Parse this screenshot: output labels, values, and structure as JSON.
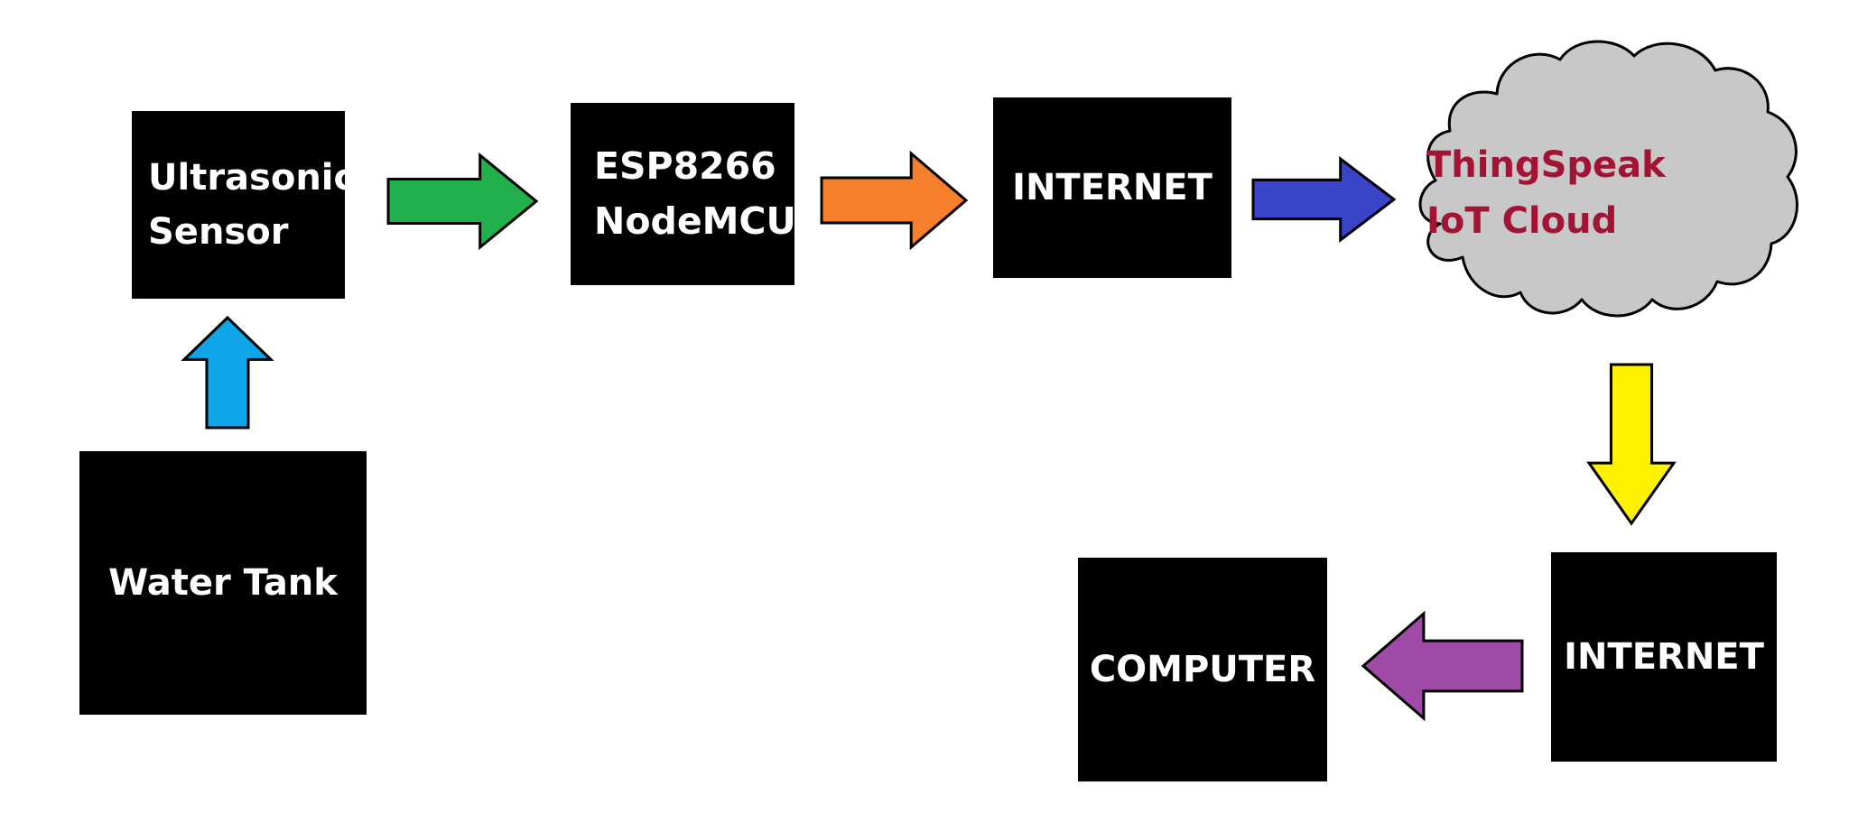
{
  "blocks": {
    "ultrasonic_sensor": {
      "lines": [
        "Ultrasonic",
        "Sensor"
      ]
    },
    "esp8266": {
      "lines": [
        "ESP8266",
        "NodeMCU"
      ]
    },
    "internet_top": {
      "lines": [
        "INTERNET"
      ]
    },
    "cloud": {
      "lines": [
        "ThingSpeak",
        "IoT Cloud"
      ]
    },
    "water_tank": {
      "lines": [
        "Water Tank"
      ]
    },
    "internet_bottom": {
      "lines": [
        "INTERNET"
      ]
    },
    "computer": {
      "lines": [
        "COMPUTER"
      ]
    }
  },
  "arrows": [
    {
      "from": "water_tank",
      "to": "ultrasonic_sensor",
      "direction": "up",
      "color": "#0ea5e9"
    },
    {
      "from": "ultrasonic_sensor",
      "to": "esp8266",
      "direction": "right",
      "color": "#21b04b"
    },
    {
      "from": "esp8266",
      "to": "internet_top",
      "direction": "right",
      "color": "#f57f2a"
    },
    {
      "from": "internet_top",
      "to": "cloud",
      "direction": "right",
      "color": "#3a44c9"
    },
    {
      "from": "cloud",
      "to": "internet_bottom",
      "direction": "down",
      "color": "#fff200"
    },
    {
      "from": "internet_bottom",
      "to": "computer",
      "direction": "left",
      "color": "#a04aa8"
    }
  ],
  "colors": {
    "block_fill": "#000000",
    "block_text": "#ffffff",
    "cloud_fill": "#c8c8c8",
    "cloud_text": "#a11434",
    "outline": "#000000"
  }
}
